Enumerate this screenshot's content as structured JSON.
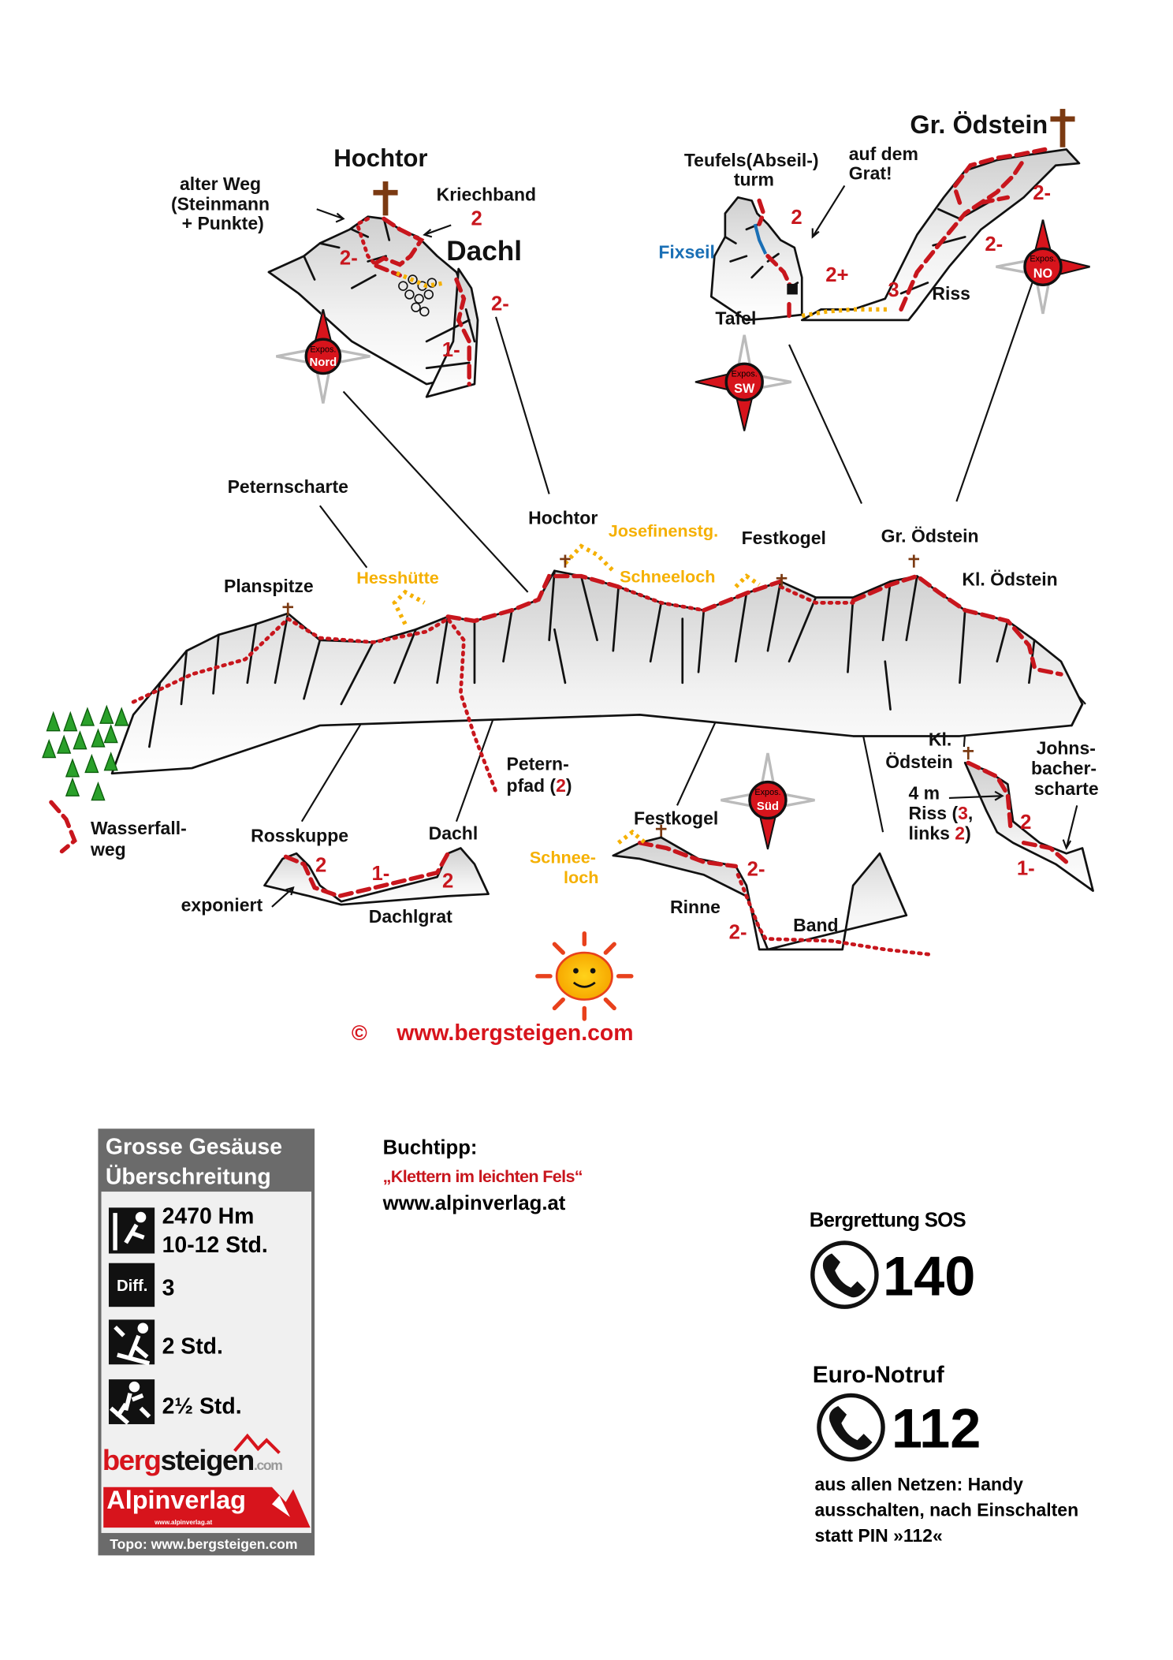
{
  "title": "Grosse Gesäuse Überschreitung",
  "colors": {
    "route_red": "#c8161d",
    "orange": "#f5b000",
    "fixseil_blue": "#1a6fb5",
    "cross_brown": "#7b3a12",
    "box_gray": "#6b6b6b"
  },
  "detail_hochtor": {
    "title": "Hochtor",
    "alter_weg": [
      "alter Weg",
      "(Steinmann",
      "+ Punkte)"
    ],
    "kriechband": "Kriechband",
    "kriechband_grade": "2",
    "dachl": "Dachl",
    "grades": [
      "2-",
      "2-",
      "1-"
    ],
    "compass": {
      "expos": "Expos.",
      "dir": "Nord"
    }
  },
  "detail_oedstein": {
    "title": "Gr. Ödstein",
    "teufelsturm": [
      "Teufels(Abseil-)",
      "turm"
    ],
    "auf_dem_grat": [
      "auf dem",
      "Grat!"
    ],
    "fixseil": "Fixseil",
    "tafel": "Tafel",
    "riss": "Riss",
    "grades": [
      "2",
      "2+",
      "3",
      "2-",
      "2-"
    ],
    "compass_sw": {
      "expos": "Expos.",
      "dir": "SW"
    },
    "compass_no": {
      "expos": "Expos.",
      "dir": "NO"
    }
  },
  "panorama": {
    "peternscharte": "Peternscharte",
    "hochtor": "Hochtor",
    "josefinensteig": "Josefinenstg.",
    "festkogel": "Festkogel",
    "gr_oedstein": "Gr. Ödstein",
    "planspitze": "Planspitze",
    "hesshuette": "Hesshütte",
    "schneeloch": "Schneeloch",
    "kl_oedstein": "Kl. Ödstein",
    "peternpfad": [
      "Petern-",
      "pfad (",
      "2",
      ")"
    ],
    "wasserfallweg": [
      "Wasserfall-",
      "weg"
    ]
  },
  "detail_dachlgrat": {
    "rosskuppe": "Rosskuppe",
    "dachl": "Dachl",
    "exponiert": "exponiert",
    "dachlgrat": "Dachlgrat",
    "grades": [
      "2",
      "1-",
      "2"
    ]
  },
  "detail_festkogel": {
    "festkogel": "Festkogel",
    "schneeloch": [
      "Schnee-",
      "loch"
    ],
    "rinne": "Rinne",
    "band": "Band",
    "grades": [
      "2-",
      "2-"
    ],
    "compass": {
      "expos": "Expos.",
      "dir": "Süd"
    }
  },
  "detail_kl_oedstein": {
    "kl_oedstein": [
      "Kl.",
      "Ödstein"
    ],
    "johnsbacherscharte": [
      "Johns-",
      "bacher-",
      "scharte"
    ],
    "riss": [
      "4 m",
      "Riss (",
      "3",
      ",",
      "links ",
      "2",
      ")"
    ],
    "grades": [
      "2",
      "1-"
    ]
  },
  "copyright": {
    "symbol": "©",
    "url": "www.bergsteigen.com"
  },
  "info_box": {
    "title_lines": [
      "Grosse Gesäuse",
      "Überschreitung"
    ],
    "height_gain": "2470 Hm",
    "duration": "10-12 Std.",
    "diff_label": "Diff.",
    "difficulty": "3",
    "approach": "2 Std.",
    "descent": "2½ Std.",
    "logo_bergsteigen": [
      "berg",
      "steigen",
      ".com"
    ],
    "logo_alpinverlag": "Alpinverlag",
    "logo_alpinverlag_url": "www.alpinverlag.at",
    "footer": "Topo: www.bergsteigen.com"
  },
  "book_tip": {
    "label": "Buchtipp:",
    "title": "„Klettern im leichten Fels“",
    "url": "www.alpinverlag.at"
  },
  "emergency": {
    "bergrettung_label": "Bergrettung SOS",
    "bergrettung_number": "140",
    "euro_label": "Euro-Notruf",
    "euro_number": "112",
    "note_lines": [
      "aus allen Netzen: Handy",
      "ausschalten, nach Einschalten",
      "statt PIN »112«"
    ]
  }
}
